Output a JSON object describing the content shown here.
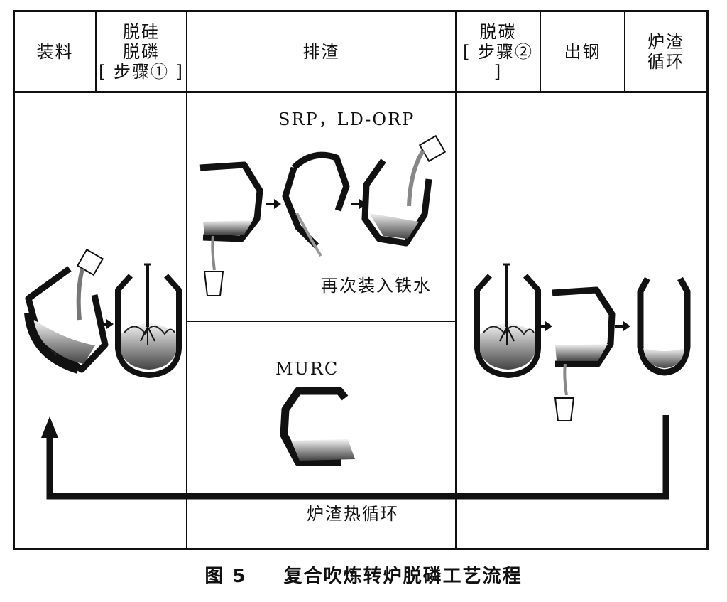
{
  "headers": {
    "charging": "装料",
    "step1_line1": "脱硅",
    "step1_line2": "脱磷",
    "step1_line3": "[ 步骤① ]",
    "deslag": "排渣",
    "step2_line1": "脱碳",
    "step2_line2": "[ 步骤② ]",
    "tapping": "出钢",
    "recycle_line1": "炉渣",
    "recycle_line2": "循环"
  },
  "labels": {
    "srp": "SRP，LD-ORP",
    "recharge": "再次装入铁水",
    "murc": "MURC",
    "slag_heat_cycle": "炉渣热循环"
  },
  "caption": {
    "figure_no": "图 5",
    "title": "复合吹炼转炉脱磷工艺流程"
  }
}
